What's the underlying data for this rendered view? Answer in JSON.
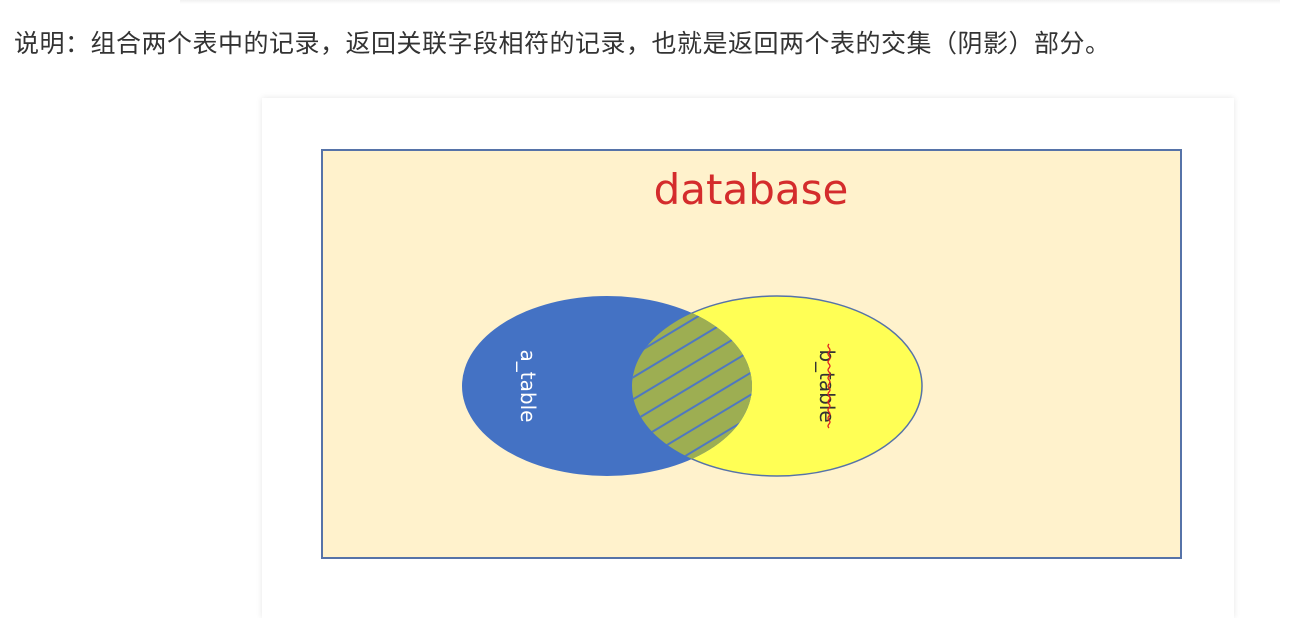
{
  "description": "说明：组合两个表中的记录，返回关联字段相符的记录，也就是返回两个表的交集（阴影）部分。",
  "diagram": {
    "container_label": "database",
    "left_set_label": "a_table",
    "right_set_label": "b_table",
    "colors": {
      "container_fill": "#fff2cc",
      "container_border": "#5673a8",
      "database_text": "#d42c2c",
      "left_set_fill": "#4472c4",
      "right_set_fill": "#ffff55",
      "overlap_fill": "#9dae52",
      "hatch": "#4f78c0",
      "left_label_color": "#ffffff",
      "right_label_color": "#333333",
      "spellcheck_underline": "#e02020"
    }
  }
}
